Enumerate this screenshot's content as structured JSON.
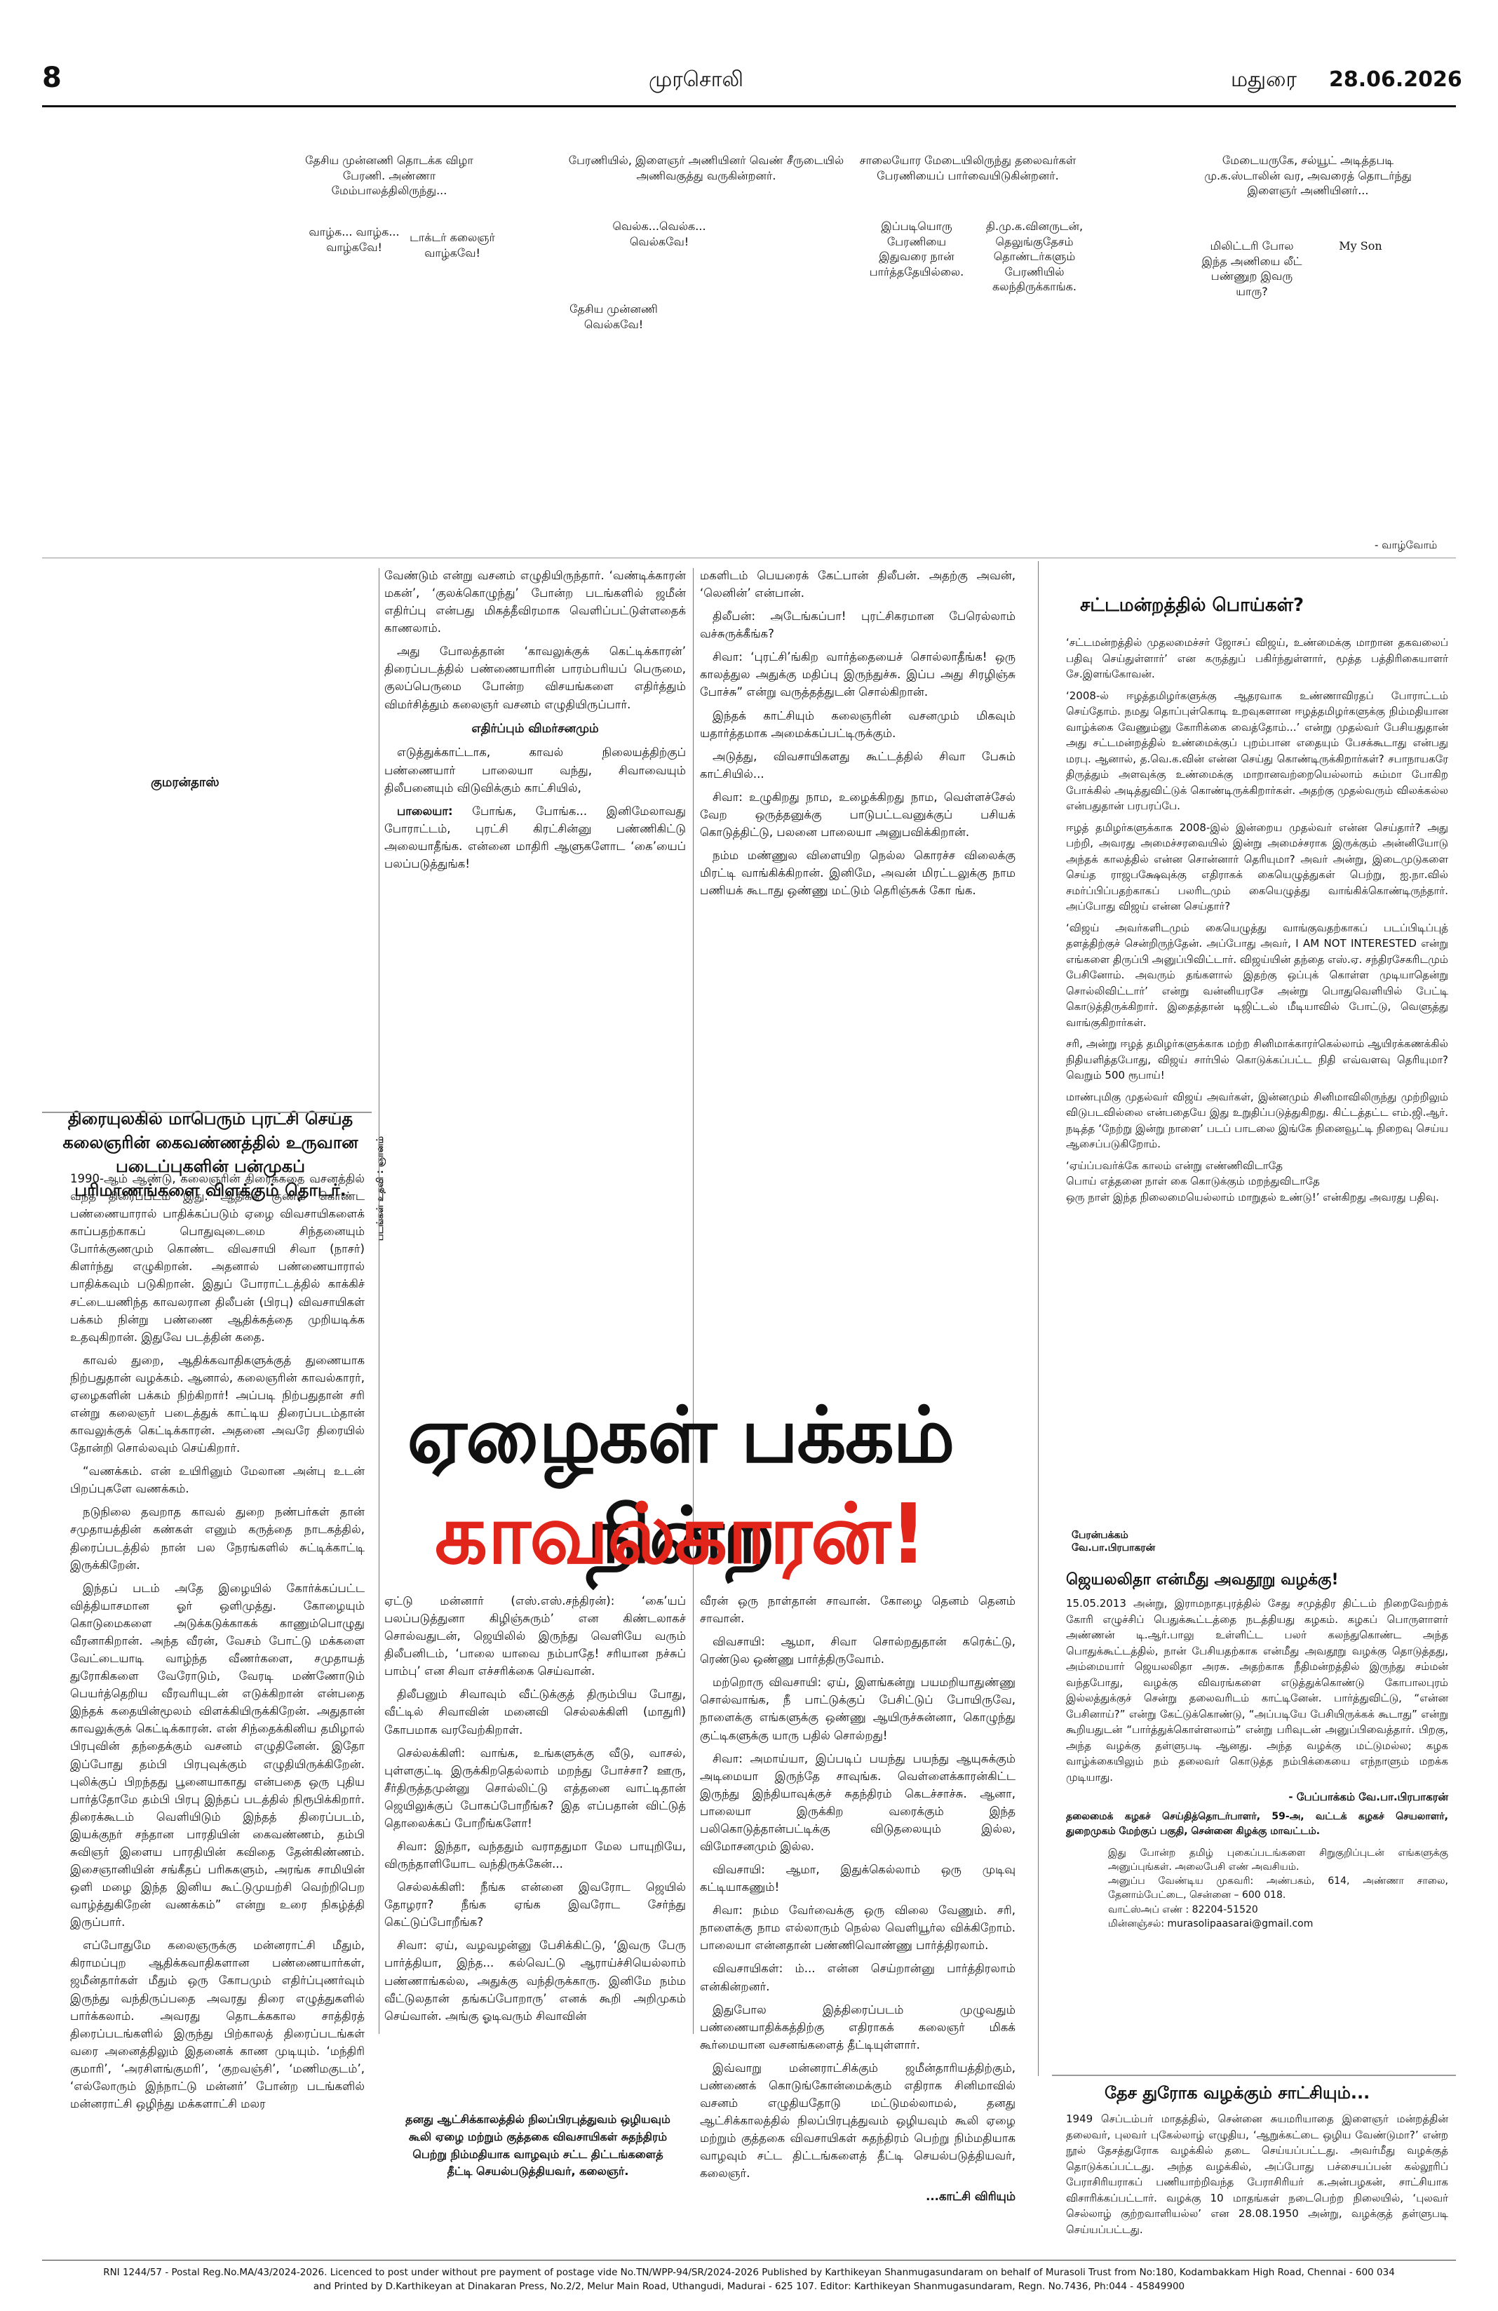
{
  "header": {
    "page_number": "8",
    "paper_name": "முரசொலி",
    "city": "மதுரை",
    "date": "28.06.2026"
  },
  "top_captions": {
    "c1": "தேசிய முன்னணி தொடக்க விழா பேரணி. அண்ணா மேம்பாலத்திலிருந்து...",
    "c2": "பேரணியில், இளைஞர் அணியினர் வெண் சீருடையில் அணிவகுத்து வருகின்றனர்.",
    "c3": "சாலையோர மேடையிலிருந்து தலைவர்கள் பேரணியைப் பார்வையிடுகின்றனர்.",
    "c4": "மேடையருகே, சல்யூட் அடித்தபடி மு.க.ஸ்டாலின் வர, அவரைத் தொடர்ந்து இளைஞர் அணியினர்..."
  },
  "bubbles": {
    "b1": "வாழ்க... வாழ்க... வாழ்கவே!",
    "b2": "டாக்டர் கலைஞர் வாழ்கவே!",
    "b3": "வெல்க...வெல்க... வெல்கவே!",
    "b4": "தேசிய முன்னணி வெல்கவே!",
    "b5": "இப்படியொரு பேரணியை இதுவரை நான் பார்த்ததேயில்லை.",
    "b6": "தி.மு.க.வினருடன், தெலுங்குதேசம் தொண்டர்களும் பேரணியில் கலந்திருக்காங்க.",
    "b7": "மிலிட்டரி போல இந்த அணியை லீட் பண்ணுற இவரு யாரு?",
    "b8": "My Son"
  },
  "comic_end": "- வாழ்வோம்",
  "author": "குமரன்தாஸ்",
  "intro_text": "திரையுலகில் மாபெரும் புரட்சி செய்த கலைஞரின் கைவண்ணத்தில் உருவான படைப்புகளின் பன்முகப் பரிமாணங்களை விளக்கும் தொடர்.",
  "photo_credit": "படங்கள் உதவி : ஞானம்",
  "headline": {
    "line1": "ஏழைகள் பக்கம் நின்ற",
    "line2": "காவல்காரன்!"
  },
  "article": {
    "col1_p1": "1990-ஆம் ஆண்டு, கலைஞரின் திரைக்கதை வசனத்தில் வந்த திரைப்படம் இது. ஆதிக்க குணம் கொண்ட பண்ணையாரால் பாதிக்கப்படும் ஏழை விவசாயிகளைக் காப்பதற்காகப் பொதுவுடைமை சிந்தனையும் போர்க்குணமும் கொண்ட விவசாயி சிவா (நாசர்) கிளர்ந்து எழுகிறான். அதனால் பண்ணையாரால் பாதிக்கவும் படுகிறான். இதுப் போராட்டத்தில் காக்கிச் சட்டையணிந்த காவலரான திலீபன் (பிரபு) விவசாயிகள் பக்கம் நின்று பண்ணை ஆதிக்கத்தை முறியடிக்க உதவுகிறான். இதுவே படத்தின் கதை.",
    "col1_p2": "காவல் துறை, ஆதிக்கவாதிகளுக்குத் துணையாக நிற்பதுதான் வழக்கம். ஆனால், கலைஞரின் காவல்காரர், ஏழைகளின் பக்கம் நிற்கிறார்! அப்படி நிற்பதுதான் சரி என்று கலைஞர் படைத்துக் காட்டிய திரைப்படம்தான் காவலுக்குக் கெட்டிக்காரன். அதனை அவரே திரையில் தோன்றி சொல்லவும் செய்கிறார்.",
    "col1_p3": "“வணக்கம். என் உயிரினும் மேலான அன்பு உடன் பிறப்புகளே வணக்கம்.",
    "col1_p4": "நடுநிலை தவறாத காவல் துறை நண்பர்கள் தான் சமுதாயத்தின் கண்கள் எனும் கருத்தை நாடகத்தில், திரைப்படத்தில் நான் பல நேரங்களில் சுட்டிக்காட்டி இருக்கிறேன்.",
    "col1_p5": "இந்தப் படம் அதே இழையில் கோர்க்கப்பட்ட வித்தியாசமான ஓர் ஒளிமுத்து. கோழையும் கொடுமைகளை அடுக்கடுக்காகக் காணும்பொழுது வீரனாகிறான். அந்த வீரன், வேசம் போட்டு மக்களை வேட்டையாடி வாழ்ந்த வீணர்களை, சமுதாயத் துரோகிகளை வேரோடும், வேரடி மண்ணோடும் பெயர்த்தெறிய வீரவரியுடன் எடுக்கிறான் என்பதை இந்தக் கதையின்மூலம் விளக்கியிருக்கிறேன். அதுதான் காவலுக்குக் கெட்டிக்காரன். என் சிந்தைக்கினிய தமிழால் பிரபுவின் தந்தைக்கும் வசனம் எழுதினேன். இதோ இப்போது தம்பி பிரபுவுக்கும் எழுதியிருக்கிறேன். புலிக்குப் பிறந்தது பூனையாகாது என்பதை ஒரு புதிய பார்த்தோமே தம்பி பிரபு இந்தப் படத்தில் நிரூபிக்கிறார். திரைக்கூடம் வெளியிடும் இந்தத் திரைப்படம், இயக்குநர் சந்தான பாரதியின் கைவண்ணம், தம்பி சுவிஞர் இளைய பாரதியின் கவிதை தேன்கிண்ணம். இசைஞானியின் சங்கீதப் பரிசுகளும், அரங்க சாமியின் ஒளி மழை இந்த இனிய கூட்டுமுயற்சி வெற்றிபெற வாழ்த்துகிறேன் வணக்கம்” என்று உரை நிகழ்த்தி இருப்பார்.",
    "col1_p6": "எப்போதுமே கலைஞருக்கு மன்னராட்சி மீதும், கிராமப்புற ஆதிக்கவாதிகளான பண்ணையார்கள், ஜமீன்தார்கள் மீதும் ஒரு கோபமும் எதிர்ப்புணர்வும் இருந்து வந்திருப்பதை அவரது திரை எழுத்துகளில் பார்க்கலாம். அவரது தொடக்ககால சாத்திரத் திரைப்படங்களில் இருந்து பிற்காலத் திரைப்படங்கள் வரை அனைத்திலும் இதனைக் காண முடியும். ‘மந்திரி குமாரி’, ‘அரசிளங்குமரி’, ‘குறவஞ்சி’, ‘மணிமகுடம்’, ‘எல்லோரும் இந்நாட்டு மன்னர்’ போன்ற படங்களில் மன்னராட்சி ஒழிந்து மக்களாட்சி மலர",
    "col2_p1": "வேண்டும் என்று வசனம் எழுதியிருந்தார். ‘வண்டிக்காரன் மகன்’, ‘குலக்கொழுந்து’ போன்ற படங்களில் ஜமீன் எதிர்ப்பு என்பது மிகத்தீவிரமாக வெளிப்பட்டுள்ளதைக் காணலாம்.",
    "col2_p2": "அது போலத்தான் ‘காவலுக்குக் கெட்டிக்காரன்’ திரைப்படத்தில் பண்ணையாரின் பாரம்பரியப் பெருமை, குலப்பெருமை போன்ற விசயங்களை எதிர்த்தும் விமர்சித்தும் கலைஞர் வசனம் எழுதியிருப்பார்.",
    "col2_sub": "எதிர்ப்பும் விமர்சனமும்",
    "col2_p3": "எடுத்துக்காட்டாக, காவல் நிலையத்திற்குப் பண்ணையார் பாலையா வந்து, சிவாவையும் திலீபனையும் விடுவிக்கும் காட்சியில்,",
    "col2_p4_spk": "பாலையா:",
    "col2_p4": "போங்க, போங்க... இனிமேலாவது போராட்டம், புரட்சி கிரட்சின்னு பண்ணிகிட்டு அலையாதீங்க. என்னை மாதிரி ஆளுகளோட ‘கை’யைப் பலப்படுத்துங்க!",
    "col2b_p1": "ஏட்டு மன்னார் (எஸ்.எஸ்.சந்திரன்): ‘கை’யப் பலப்படுத்துனா கிழிஞ்சுரும்’ என கிண்டலாகச் சொல்வதுடன், ஜெயிலில் இருந்து வெளியே வரும் திலீபனிடம், ‘பாலை யாவை நம்பாதே! சரியான நச்சுப் பாம்பு’ என சிவா எச்சரிக்கை செய்வான்.",
    "col2b_p2": "திலீபனும் சிவாவும் வீட்டுக்குத் திரும்பிய போது, வீட்டில் சிவாவின் மனைவி செல்லக்கிளி (மாதுரி) கோபமாக வரவேற்கிறாள்.",
    "col2b_p3": "செல்லக்கிளி: வாங்க, உங்களுக்கு வீடு, வாசல், புள்ளகுட்டி இருக்கிறதெல்லாம் மறந்து போச்சா? ஊரு, சீர்திருத்தமுன்னு சொல்லிட்டு எத்தனை வாட்டிதான் ஜெயிலுக்குப் போகப்போறீங்க? இத எப்பதான் விட்டுத் தொலைக்கப் போறீங்களோ!",
    "col2b_p4": "சிவா: இந்தா, வந்ததும் வராததுமா மேல பாயுறியே, விருந்தாளியோட வந்திருக்கேன்...",
    "col2b_p5": "செல்லக்கிளி: நீங்க என்னை இவரோட ஜெயில் தோழரா? நீங்க ஏங்க இவரோட சேர்ந்து கெட்டுப்போறீங்க?",
    "col2b_p6": "சிவா: ஏய், வழவழன்னு பேசிக்கிட்டு, ‘இவரு பேரு பார்த்தியா, இந்த... கல்வெட்டு ஆராய்ச்சியெல்லாம் பண்ணாங்கல்ல, அதுக்கு வந்திருக்காரு. இனிமே நம்ம வீட்டுலதான் தங்கப்போறாரு’ எனக் கூறி அறிமுகம் செய்வான். அங்கு ஓடிவரும் சிவாவின்",
    "col3_p1": "மகளிடம் பெயரைக் கேட்பான் திலீபன். அதற்கு அவன், ‘லெனின்’ என்பான்.",
    "col3_p2": "திலீபன்: அடேங்கப்பா! புரட்சிகரமான பேரெல்லாம் வச்சுருக்கீங்க?",
    "col3_p3": "சிவா: ‘புரட்சி’ங்கிற வார்த்தையைச் சொல்லாதீங்க! ஒரு காலத்துல அதுக்கு மதிப்பு இருந்துச்சு. இப்ப அது சிரழிஞ்சு போச்சு” என்று வருத்தத்துடன் சொல்கிறான்.",
    "col3_p4": "இந்தக் காட்சியும் கலைஞரின் வசனமும் மிகவும் யதார்த்தமாக அமைக்கப்பட்டிருக்கும்.",
    "col3_p5": "அடுத்து, விவசாயிகளது கூட்டத்தில் சிவா பேசும் காட்சியில்...",
    "col3_p6": "சிவா: உழுகிறது நாம, உழைக்கிறது நாம, வெள்ளச்சேல் வேற ஒருத்தனுக்கு பாடுபட்டவனுக்குப் பசியக் கொடுத்திட்டு, பலனை பாலையா அனுபவிக்கிறான்.",
    "col3_p7": "நம்ம மண்ணுல விளையிற நெல்ல கொரச்ச விலைக்கு மிரட்டி வாங்கிக்கிறான். இனிமே, அவன் மிரட்டலுக்கு நாம பணியக் கூடாது ஒண்ணு மட்டும் தெரிஞ்சுக் கோ ங்க.",
    "col3b_p1": "வீரன் ஒரு நாள்தான் சாவான். கோழை தெனம் தெனம் சாவான்.",
    "col3b_p2": "விவசாயி: ஆமா, சிவா சொல்றதுதான் கரெக்ட்டு, ரெண்டுல ஒண்ணு பார்த்திருவோம்.",
    "col3b_p3": "மற்றொரு விவசாயி: ஏய், இளங்கன்று பயமறியாதுண்ணு சொல்வாங்க, நீ பாட்டுக்குப் பேசிட்டுப் போயிருவே, நாளைக்கு எங்களுக்கு ஒண்ணு ஆயிருச்சுன்னா, கொழுந்து குட்டிகளுக்கு யாரு பதில் சொல்றது!",
    "col3b_p4": "சிவா: அமாய்யா, இப்படிப் பயந்து பயந்து ஆயுசுக்கும் அடிமையா இருந்தே சாவுங்க. வெள்ளைக்காரன்கிட்ட இருந்து இந்தியாவுக்குச் சுதந்திரம் கெடச்சாச்சு. ஆனா, பாலையா இருக்கிற வரைக்கும் இந்த பலிகொடுத்தான்பட்டிக்கு விடுதலையும் இல்ல, விமோசனமும் இல்ல.",
    "col3b_p5": "விவசாயி: ஆமா, இதுக்கெல்லாம் ஒரு முடிவு கட்டியாகணும்!",
    "col3b_p6": "சிவா: நம்ம வேர்வைக்கு ஒரு விலை வேணும். சரி, நாளைக்கு நாம எல்லாரும் நெல்ல வெளியூர்ல விக்கிறோம். பாலையா என்னதான் பண்ணிவொண்ணு பார்த்திரலாம்.",
    "col3b_p7": "விவசாயிகள்: ம்... என்ன செய்றான்னு பார்த்திரலாம் என்கின்றனர்.",
    "col3b_p8": "இதுபோல இத்திரைப்படம் முழுவதும் பண்ணையாதிக்கத்திற்கு எதிராகக் கலைஞர் மிகக் கூர்மையான வசனங்களைத் தீட்டியுள்ளார்.",
    "col3b_p9": "இவ்வாறு மன்னராட்சிக்கும் ஜமீன்தாரியத்திற்கும், பண்ணைக் கொடுங்கோன்மைக்கும் எதிராக சினிமாவில் வசனம் எழுதியதோடு மட்டுமல்லாமல், தனது ஆட்சிக்காலத்தில் நிலப்பிரபுத்துவம் ஒழியவும் கூலி ஏழை மற்றும் குத்தகை விவசாயிகள் சுதந்திரம் பெற்று நிம்மதியாக வாழவும் சட்ட திட்டங்களைத் தீட்டி செயல்படுத்தியவர், கலைஞர்.",
    "continued": "...காட்சி விரியும்",
    "pull_quote": "தனது ஆட்சிக்காலத்தில் நிலப்பிரபுத்துவம் ஒழியவும் கூலி ஏழை மற்றும் குத்தகை விவசாயிகள் சுதந்திரம் பெற்று நிம்மதியாக வாழவும் சட்ட திட்டங்களைத் தீட்டி செயல்படுத்தியவர், கலைஞர்."
  },
  "right1": {
    "title": "சட்டமன்றத்தில் பொய்கள்?",
    "p1": "‘சட்டமன்றத்தில் முதலமைச்சர் ஜோசப் விஜய், உண்மைக்கு மாறான தகவலைப் பதிவு செய்துள்ளார்’ என கருத்துப் பகிர்ந்துள்ளார், மூத்த பத்திரிகையாளர் சே.இளங்கோவன்.",
    "p2": "‘2008-ல் ஈழத்தமிழர்களுக்கு ஆதரவாக உண்ணாவிரதப் போராட்டம் செய்தோம். நமது தொப்புள்கொடி உறவுகளான ஈழத்தமிழர்களுக்கு நிம்மதியான வாழ்க்கை வேணும்னு கோரிக்கை வைத்தோம்...’ என்று முதல்வர் பேசியதுதான் அது சட்டமன்றத்தில் உண்மைக்குப் புறம்பான எதையும் பேசக்கூடாது என்பது மரபு. ஆனால், த.வெ.க.வின் என்ன செய்து கொண்டிருக்கிறார்கள்? சபாநாயகரே திருத்தும் அளவுக்கு உண்மைக்கு மாறானவற்றையெல்லாம் சும்மா போகிற போக்கில் அடித்துவிட்டுக் கொண்டிருக்கிறார்கள். அதற்கு முதல்வரும் விலக்கல்ல என்பதுதான் பரபரப்பே.",
    "p3": "ஈழத் தமிழர்களுக்காக 2008-இல் இன்றைய முதல்வர் என்ன செய்தார்? அது பற்றி, அவரது அமைச்சரவையில் இன்று அமைச்சராக இருக்கும் அன்னியோடு அந்தக் காலத்தில் என்ன சொன்னார் தெரியுமா? அவர் அன்று, இடைமுடுகளை செய்த ராஜபக்ஷேவுக்கு எதிராகக் கையெழுத்துகள் பெற்று, ஐ.நா.வில் சமர்ப்பிப்பதற்காகப் பலரிடமும் கையெழுத்து வாங்கிக்கொண்டிருந்தார். அப்போது விஜய் என்ன செய்தார்?",
    "p4": "‘விஜய் அவர்களிடமும் கையெழுத்து வாங்குவதற்காகப் படப்பிடிப்புத் தளத்திற்குச் சென்றிருந்தேன். அப்போது அவர், I AM NOT INTERESTED என்று எங்களை திருப்பி அனுப்பிவிட்டார். விஜய்யின் தந்தை எஸ்.ஏ. சந்திரசேகரிடமும் பேசினோம். அவரும் தங்களால் இதற்கு ஒப்புக் கொள்ள முடியாதென்று சொல்லிவிட்டார்’ என்று வன்னியரசே அன்று பொதுவெளியில் பேட்டி கொடுத்திருக்கிறார். இதைத்தான் டிஜிட்டல் மீடியாவில் போட்டு, வெளுத்து வாங்குகிறார்கள்.",
    "p5": "சரி, அன்று ஈழத் தமிழர்களுக்காக மற்ற சினிமாக்காரர்கெல்லாம் ஆயிரக்கணக்கில் நிதியளித்தபோது, விஜய் சார்பில் கொடுக்கப்பட்ட நிதி எவ்வளவு தெரியுமா? வெறும் 500 ரூபாய்!",
    "p6": "மாண்புமிகு முதல்வர் விஜய் அவர்கள், இன்னமும் சினிமாவிலிருந்து முற்றிலும் விடுபடவில்லை என்பதையே இது உறுதிப்படுத்துகிறது. கிட்டத்தட்ட எம்.ஜி.ஆர். நடித்த ‘நேற்று இன்று நாளை’ படப் பாடலை இங்கே நினைவூட்டி நிறைவு செய்ய ஆசைப்படுகிறோம்.",
    "p7a": "‘ஏய்ப்பவர்க்கே காலம் என்று எண்ணிவிடாதே",
    "p7b": "பொய் எத்தனை நாள் கை கொடுக்கும் மறந்துவிடாதே",
    "p7c": "ஒரு நாள் இந்த நிலைமையெல்லாம் மாறுதல் உண்டு!’ என்கிறது அவரது பதிவு."
  },
  "right2": {
    "byline1": "பேரன்பக்கம்",
    "byline2": "வே.பா.பிரபாகரன்",
    "title": "ஜெயலலிதா என்மீது அவதூறு வழக்கு!",
    "p1": "15.05.2013 அன்று, இராமநாதபுரத்தில் சேது சமுத்திர திட்டம் நிறைவேற்றக் கோரி எழுச்சிப் பெதுக்கூட்டத்தை நடத்தியது கழகம். கழகப் பொருளாளர் அண்ணன் டி.ஆர்.பாலு உள்ளிட்ட பலர் கலந்துகொண்ட அந்த பொதுக்கூட்டத்தில், நான் பேசியதற்காக என்மீது அவதூறு வழக்கு தொடுத்தது, அம்மையார் ஜெயலலிதா அரசு. அதற்காக நீதிமன்றத்தில் இருந்து சம்மன் வந்தபோது, வழக்கு விவரங்களை எடுத்துக்கொண்டு கோபாலபுரம் இல்லத்துக்குச் சென்று தலைவரிடம் காட்டினேன். பார்த்துவிட்டு, “என்ன பேசினாய்?” என்று கேட்டுக்கொண்டு, “அப்படியே பேசியிருக்கக் கூடாது” என்று கூறியதுடன் “பார்த்துக்கொள்ளலாம்” என்று பரிவுடன் அனுப்பிவைத்தார். பிறகு, அந்த வழக்கு தள்ளுபடி ஆனது. அந்த வழக்கு மட்டுமல்ல; கழக வாழ்க்கையிலும் நம் தலைவர் கொடுத்த நம்பிக்கையை எந்நாளும் மறக்க முடியாது.",
    "sign": "- பேப்பாக்கம் வே.பா.பிரபாகரன்",
    "addr1": "தலைமைக் கழகச் செய்தித்தொடர்பாளர், 59-அ, வட்டக் கழகச் செயலாளர், துறைமுகம் மேற்குப் பகுதி, சென்னை கிழக்கு மாவட்டம்.",
    "note1": "இது போன்ற தமிழ் புகைப்படங்களை சிறுகுறிப்புடன் எங்களுக்கு அனுப்புங்கள். அலைபேசி எண் அவசியம்.",
    "note2": "அனுப்ப வேண்டிய முகவரி: அண்பகம், 614, அண்ணா சாலை, தேனாம்பேட்டை, சென்னை – 600 018.",
    "note3": "வாட்ஸ்அப் எண் : 82204-51520",
    "note4": "மின்னஞ்சல்: murasolipaasarai@gmail.com"
  },
  "right3": {
    "title": "தேச துரோக வழக்கும் சாட்சியும்...",
    "p1": "1949 செப்டம்பர் மாதத்தில், சென்னை சுயமரியாதை இளைஞர் மன்றத்தின் தலைவர், புலவர் புகேல்லாழ் எழுதிய, ‘ஆறுக்கட்டை ஒழிய வேண்டுமா?’ என்ற நூல் தேசத்துரோக வழக்கில் தடை செய்யப்பட்டது. அவர்மீது வழக்குத் தொடுக்கப்பட்டது. அந்த வழக்கில், அப்போது பச்சையப்பன் கல்லூரிப் பேராசிரியராகப் பணியாற்றிவந்த பேராசிரியர் க.அன்பழகன், சாட்சியாக விசாரிக்கப்பட்டார். வழக்கு 10 மாதங்கள் நடைபெற்ற நிலையில், ‘புலவர் செல்லாழ் குற்றவாளியல்ல’ என 28.08.1950 அன்று, வழக்குத் தள்ளுபடி செய்யப்பட்டது."
  },
  "footer": {
    "line1": "RNI 1244/57 - Postal Reg.No.MA/43/2024-2026. Licenced to post under without pre payment of postage vide No.TN/WPP-94/SR/2024-2026 Published by Karthikeyan Shanmugasundaram on behalf of Murasoli Trust from No:180, Kodambakkam High Road, Chennai - 600 034",
    "line2": "and Printed by D.Karthikeyan at Dinakaran Press, No.2/2, Melur Main Road, Uthangudi, Madurai - 625 107. Editor: Karthikeyan Shanmugasundaram, Regn. No.7436, Ph:044 - 45849900"
  }
}
